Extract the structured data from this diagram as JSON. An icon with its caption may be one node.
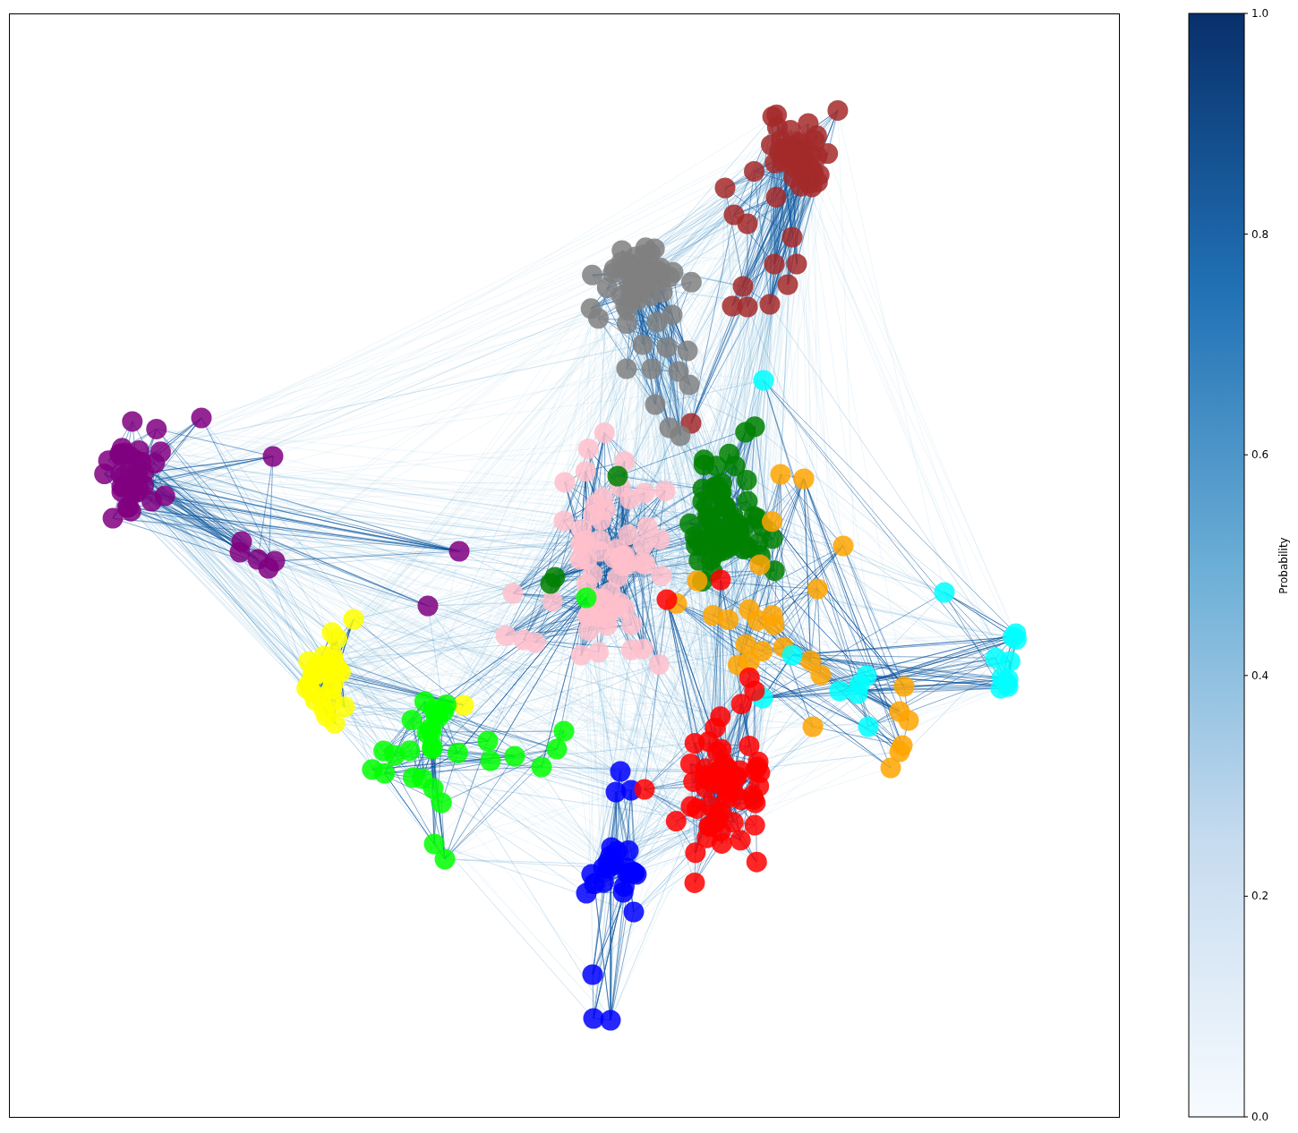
{
  "diagram": {
    "labels": [
      "1.0",
      "0.8",
      "0.6",
      "0.4",
      "0.2",
      "0.0",
      "Probability"
    ]
  }
}
